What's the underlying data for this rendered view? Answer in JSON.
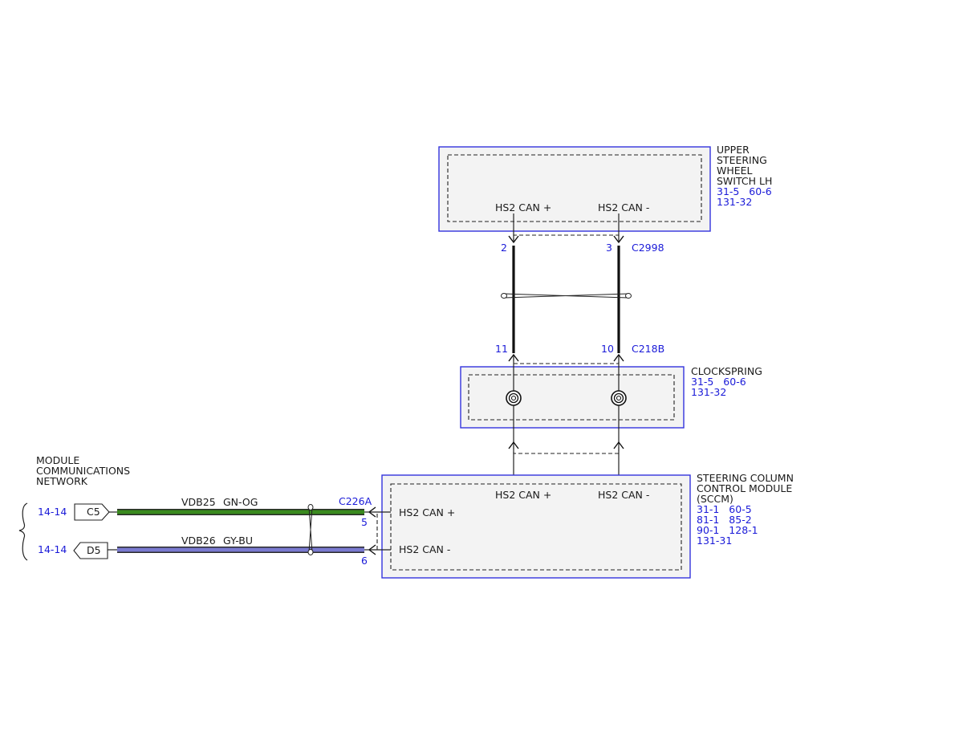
{
  "upper_switch": {
    "name_lines": [
      "UPPER",
      "STEERING",
      "WHEEL",
      "SWITCH LH"
    ],
    "refs": [
      "31-5   60-6",
      "131-32"
    ],
    "pin_labels": [
      "HS2 CAN +",
      "HS2 CAN -"
    ]
  },
  "connector_c2998": {
    "name": "C2998",
    "pins": [
      "2",
      "3"
    ]
  },
  "connector_c218b": {
    "name": "C218B",
    "pins": [
      "11",
      "10"
    ]
  },
  "clockspring": {
    "name": "CLOCKSPRING",
    "refs": [
      "31-5   60-6",
      "131-32"
    ]
  },
  "sccm": {
    "name_lines": [
      "STEERING COLUMN",
      "CONTROL MODULE",
      "(SCCM)"
    ],
    "refs": [
      "31-1   60-5",
      "81-1   85-2",
      "90-1   128-1",
      "131-31"
    ],
    "pin_labels_top": [
      "HS2 CAN +",
      "HS2 CAN -"
    ],
    "pin_labels_left": [
      "HS2 CAN +",
      "HS2 CAN -"
    ]
  },
  "connector_c226a": {
    "name": "C226A",
    "pins": [
      "5",
      "6"
    ]
  },
  "network": {
    "title_lines": [
      "MODULE",
      "COMMUNICATIONS",
      "NETWORK"
    ],
    "rows": [
      {
        "ref": "14-14",
        "connector": "C5",
        "circuit": "VDB25",
        "color_code": "GN-OG",
        "wire_color": "#3a8a1e"
      },
      {
        "ref": "14-14",
        "connector": "D5",
        "circuit": "VDB26",
        "color_code": "GY-BU",
        "wire_color": "#7a7ad0"
      }
    ]
  }
}
